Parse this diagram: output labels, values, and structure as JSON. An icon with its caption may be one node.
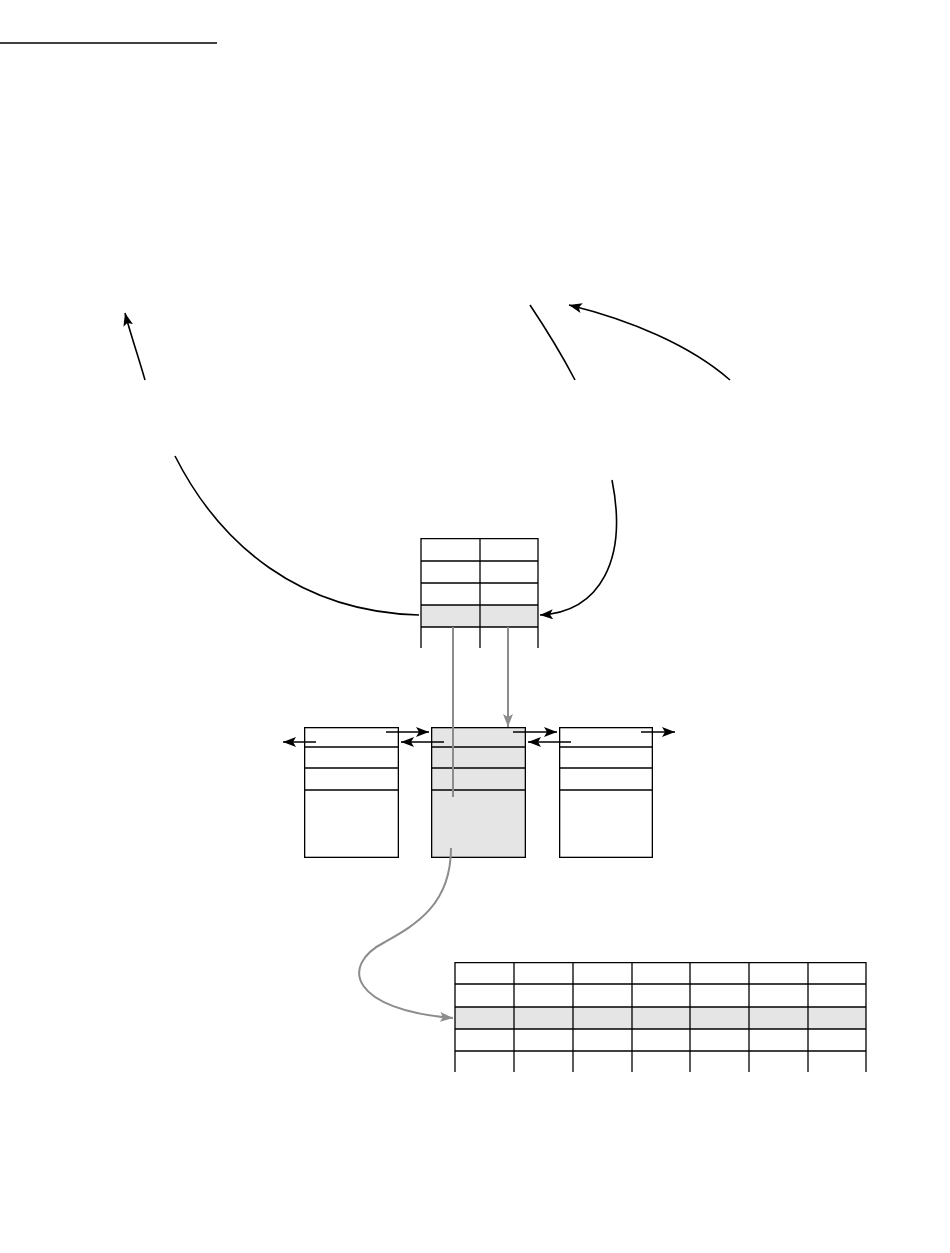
{
  "diagram": {
    "nodes": [
      {
        "text": [],
        "shape": "table"
      },
      {
        "text": [],
        "shape": "box"
      },
      {
        "text": [],
        "shape": "box"
      },
      {
        "text": [],
        "shape": "box"
      },
      {
        "text": [],
        "shape": "table"
      }
    ],
    "edges": [
      {
        "from": null,
        "to": 0,
        "arrow": "none"
      },
      {
        "from": null,
        "to": 0,
        "arrow": "to"
      },
      {
        "from": 0,
        "to": 2,
        "arrow": "none",
        "color": "#8c8c8c"
      },
      {
        "from": 0,
        "to": 2,
        "arrow": "to",
        "color": "#8c8c8c"
      },
      {
        "from": 2,
        "to": 4,
        "arrow": "to",
        "color": "#8c8c8c"
      },
      {
        "from": 1,
        "to": null,
        "arrow": "to"
      },
      {
        "from": 1,
        "to": 2,
        "arrow": "to"
      },
      {
        "from": 2,
        "to": 1,
        "arrow": "to"
      },
      {
        "from": 2,
        "to": 3,
        "arrow": "to"
      },
      {
        "from": 3,
        "to": 2,
        "arrow": "to"
      },
      {
        "from": 3,
        "to": null,
        "arrow": "to"
      }
    ]
  }
}
